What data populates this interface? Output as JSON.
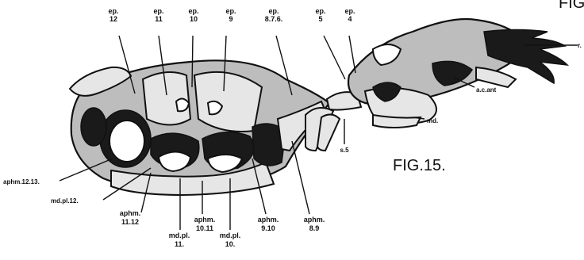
{
  "figure": {
    "main_label": "FIG.15.",
    "corner_label": "FIG"
  },
  "labels": {
    "ep12": [
      "ep.",
      "12"
    ],
    "ep11": [
      "ep.",
      "11"
    ],
    "ep10": [
      "ep.",
      "10"
    ],
    "ep9": [
      "ep.",
      "9"
    ],
    "ep876": [
      "ep.",
      "8.7.6."
    ],
    "ep5": [
      "ep.",
      "5"
    ],
    "ep4": [
      "ep.",
      "4"
    ],
    "r": [
      "r."
    ],
    "acant": [
      "a.c.ant"
    ],
    "md": [
      "md."
    ],
    "s5": [
      "s.5"
    ],
    "aphm1213": [
      "aphm.12.13."
    ],
    "mdpl12": [
      "md.pl.12."
    ],
    "aphm1112": [
      "aphm.",
      "11.12"
    ],
    "mdpl11": [
      "md.pl.",
      "11."
    ],
    "aphm1011": [
      "aphm.",
      "10.11"
    ],
    "mdpl10": [
      "md.pl.",
      "10."
    ],
    "aphm910": [
      "aphm.",
      "9.10"
    ],
    "aphm89": [
      "aphm.",
      "8.9"
    ]
  }
}
